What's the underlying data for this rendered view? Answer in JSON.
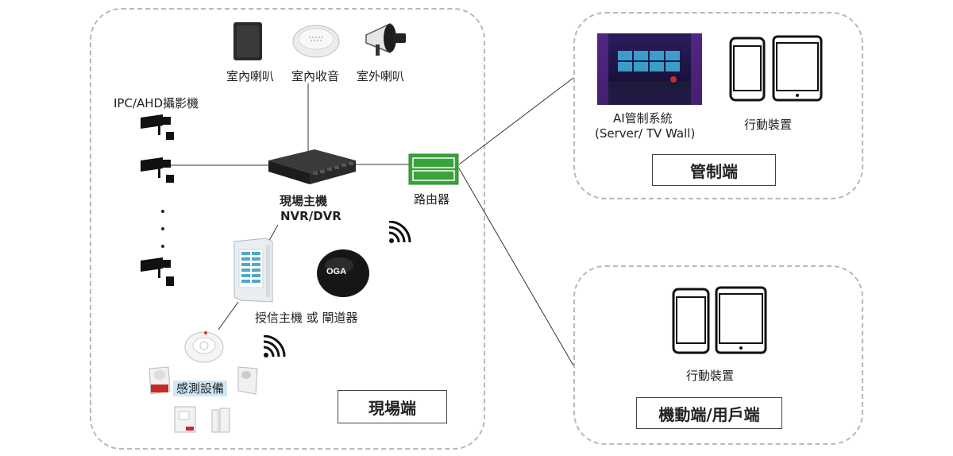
{
  "site": {
    "title": "現場端",
    "speaker_indoor": "室內喇叭",
    "mic_indoor": "室內收音",
    "speaker_outdoor": "室外喇叭",
    "camera_label": "IPC/AHD攝影機",
    "nvr_label_line1": "現場主機",
    "nvr_label_line2": "NVR/DVR",
    "router_label": "路由器",
    "panel_label": "授信主機 或 閘道器",
    "sensors_label": "感測設備",
    "gateway_brand": "OGA"
  },
  "control": {
    "title": "管制端",
    "system_label_line1": "AI管制系統",
    "system_label_line2": "(Server/ TV Wall)",
    "mobile_label": "行動裝置"
  },
  "mobile": {
    "title": "機動端/用戶端",
    "mobile_label": "行動裝置"
  },
  "colors": {
    "router_green": "#3aa33a",
    "region_border": "#b8b8b8",
    "sensor_highlight": "#cfe8f7"
  },
  "icons": [
    "camera-icon",
    "speaker-icon",
    "microphone-icon",
    "horn-icon",
    "wifi-icon",
    "phone-icon",
    "tablet-icon",
    "nvr-icon",
    "router-icon",
    "alarm-panel-icon",
    "gateway-icon",
    "smoke-detector-icon",
    "pir-sensor-icon",
    "siren-icon",
    "door-sensor-icon",
    "plug-icon"
  ]
}
